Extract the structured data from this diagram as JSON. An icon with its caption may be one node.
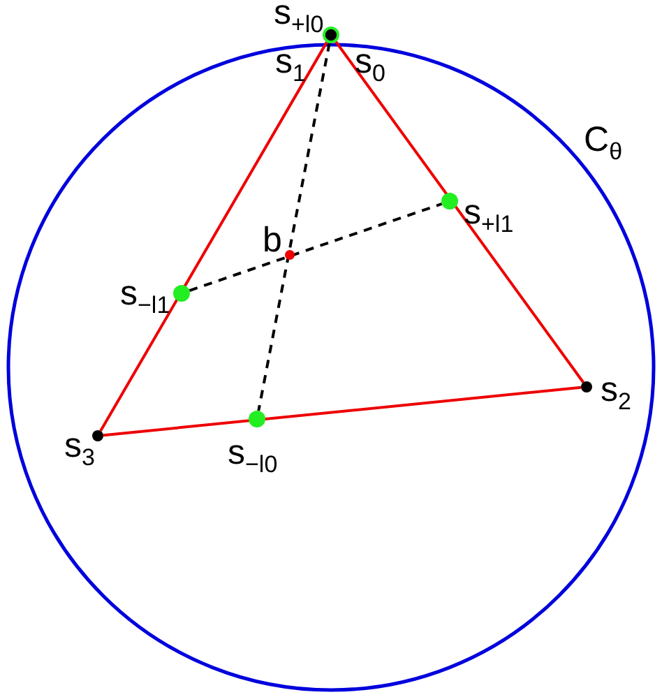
{
  "diagram": {
    "nodes": [
      {
        "text": [],
        "shape": "circle",
        "beside": [
          "s$_{+l0}$",
          "s$_{1}$",
          "s$_{0}$"
        ]
      },
      {
        "text": [],
        "shape": "circle",
        "beside": [
          "s$_{+l1}$"
        ]
      },
      {
        "text": [],
        "shape": "circle",
        "beside": [
          "b"
        ]
      },
      {
        "text": [],
        "shape": "circle",
        "beside": [
          "s$_{−l1}$"
        ]
      },
      {
        "text": [],
        "shape": "circle",
        "beside": [
          "s$_{2}$"
        ]
      },
      {
        "text": [],
        "shape": "circle",
        "beside": [
          "s$_{3}$"
        ]
      },
      {
        "text": [],
        "shape": "circle",
        "beside": [
          "s$_{−l0}$"
        ]
      }
    ],
    "edges": [
      {
        "from": 0,
        "to": 4,
        "arrow": "none"
      },
      {
        "from": 4,
        "to": 5,
        "arrow": "none"
      },
      {
        "from": 5,
        "to": 0,
        "arrow": "none"
      },
      {
        "from": 0,
        "to": 6,
        "arrow": "none",
        "style": "dashed",
        "color": "#000000"
      },
      {
        "from": 3,
        "to": 1,
        "arrow": "none",
        "style": "dashed",
        "color": "#000000"
      }
    ],
    "labels": [
      "C$_{θ}$"
    ]
  }
}
